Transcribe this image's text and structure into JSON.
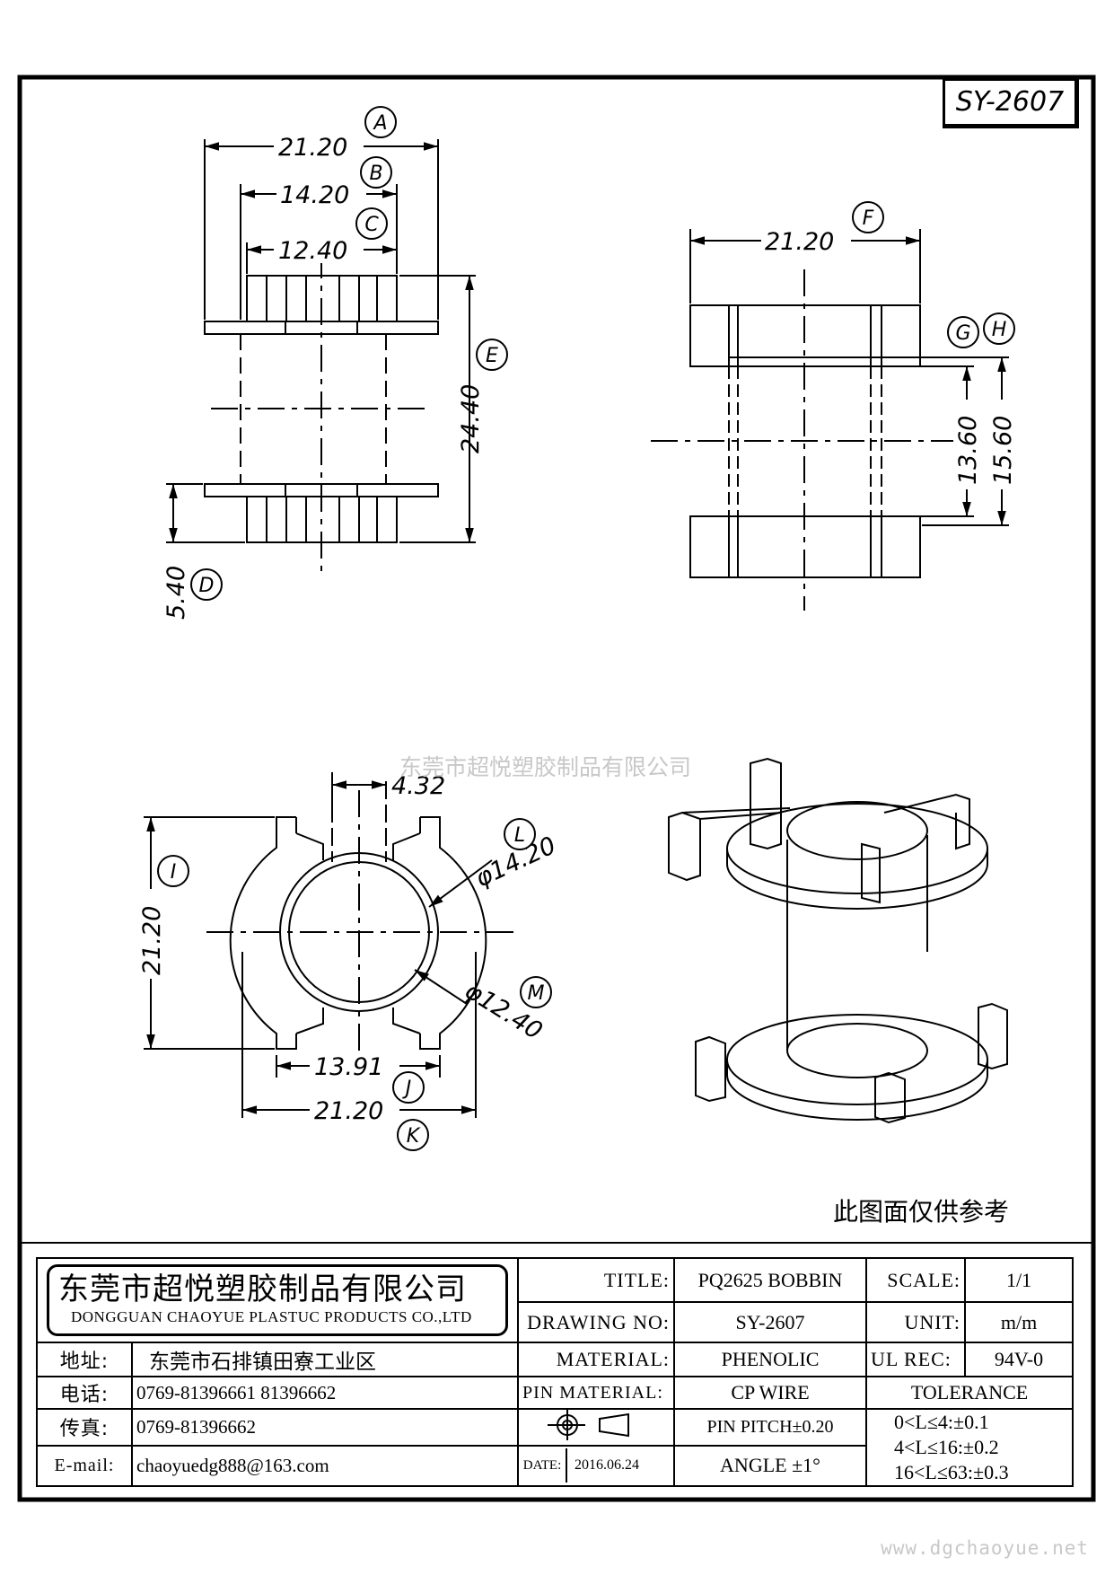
{
  "drawing_no_box": "SY-2607",
  "watermark": "东莞市超悦塑胶制品有限公司",
  "note": "此图面仅供参考",
  "footer_url": "www.dgchaoyue.net",
  "dims": {
    "top_view": {
      "a": "21.20",
      "b": "14.20",
      "c": "12.40",
      "e": "24.40",
      "d": "5.40"
    },
    "side_view": {
      "f": "21.20",
      "g": "13.60",
      "h": "15.60"
    },
    "bottom_view": {
      "slot": "4.32",
      "l": "φ14.20",
      "m": "φ12.40",
      "i": "21.20",
      "j": "13.91",
      "k": "21.20"
    }
  },
  "tags": [
    "A",
    "B",
    "C",
    "D",
    "E",
    "F",
    "G",
    "H",
    "I",
    "J",
    "K",
    "L",
    "M"
  ],
  "title_block": {
    "company_cn": "东莞市超悦塑胶制品有限公司",
    "company_en": "DONGGUAN CHAOYUE PLASTUC PRODUCTS CO.,LTD",
    "address_label": "地址:",
    "address": "东莞市石排镇田寮工业区",
    "phone_label": "电话:",
    "phone": "0769-81396661   81396662",
    "fax_label": "传真:",
    "fax": "0769-81396662",
    "email_label": "E-mail:",
    "email": "chaoyuedg888@163.com",
    "title_label": "TITLE:",
    "title": "PQ2625 BOBBIN",
    "drawing_no_label": "DRAWING NO:",
    "drawing_no": "SY-2607",
    "material_label": "MATERIAL:",
    "material": "PHENOLIC",
    "pin_material_label": "PIN MATERIAL:",
    "pin_material": "CP WIRE",
    "pin_pitch": "PIN PITCH±0.20",
    "date_label": "DATE:",
    "date": "2016.06.24",
    "angle": "ANGLE  ±1°",
    "scale_label": "SCALE:",
    "scale": "1/1",
    "unit_label": "UNIT:",
    "unit": "m/m",
    "ul_label": "UL REC:",
    "ul": "94V-0",
    "tolerance_label": "TOLERANCE",
    "tolerance_lines": [
      "0<L≤4:±0.1",
      "4<L≤16:±0.2",
      "16<L≤63:±0.3"
    ]
  }
}
